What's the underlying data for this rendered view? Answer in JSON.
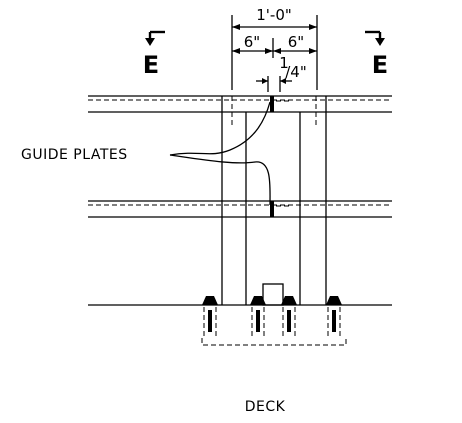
{
  "dimensions": {
    "overall_width": "1'-0\"",
    "left_half": "6\"",
    "right_half": "6\"",
    "gap_whole": "1",
    "gap_fraction": "/4\""
  },
  "section_cut": {
    "left_letter": "E",
    "right_letter": "E"
  },
  "labels": {
    "guide_plates": "GUIDE PLATES",
    "deck": "DECK"
  },
  "colors": {
    "ink": "#000000",
    "background": "#ffffff"
  }
}
